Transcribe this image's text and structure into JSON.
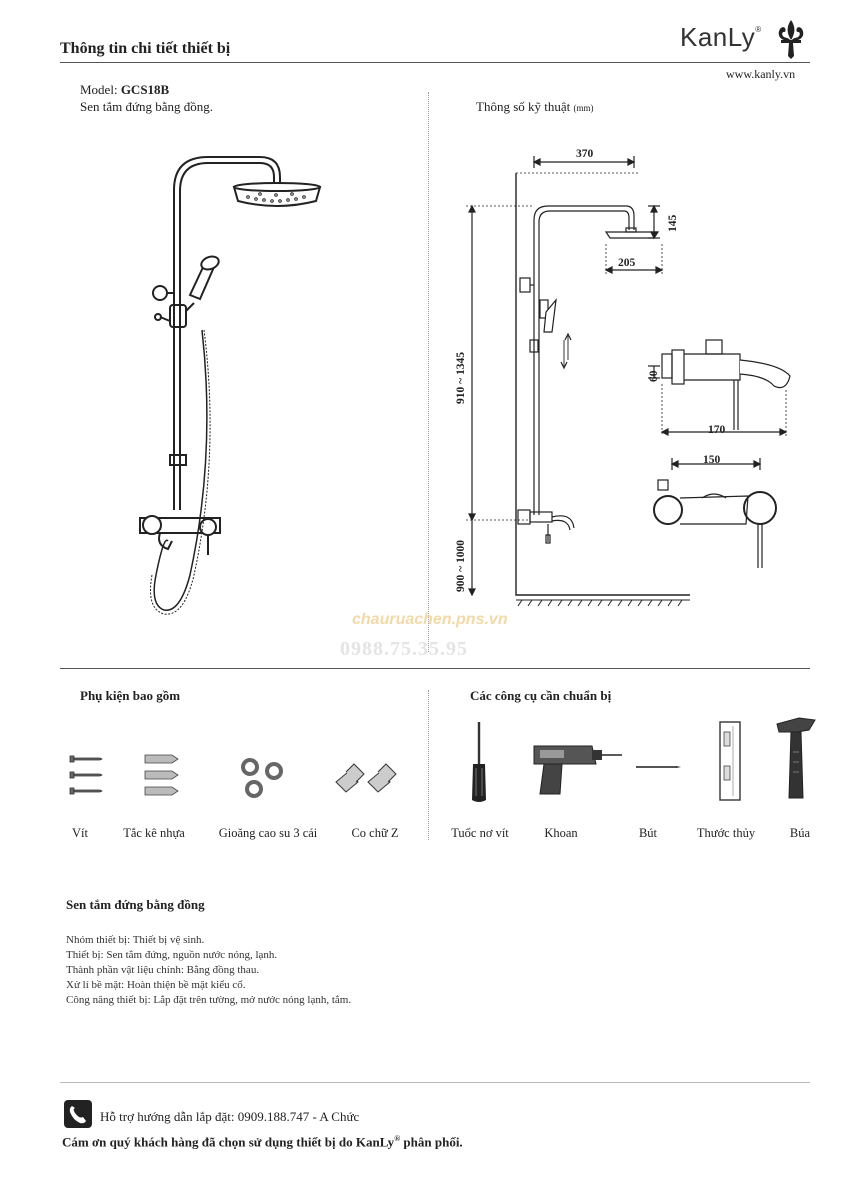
{
  "header": {
    "title": "Thông tin chi tiết thiết bị",
    "brand": "KanLy",
    "website": "www.kanly.vn"
  },
  "product": {
    "model_label": "Model:",
    "model_code": "GCS18B",
    "description": "Sen tắm đứng bằng đồng."
  },
  "spec": {
    "title": "Thông số kỹ thuật",
    "unit": "(mm)",
    "dims": {
      "arm_width": "370",
      "head_height": "145",
      "head_diameter": "205",
      "bar_height": "910 ~ 1345",
      "mount_height": "900 ~ 1000",
      "mixer_height": "60",
      "mixer_length": "170",
      "mixer_width": "150"
    }
  },
  "watermark": {
    "site": "chauruachen.pns.vn",
    "phone": "0988.75.35.95"
  },
  "accessories": {
    "title": "Phụ kiện bao gồm",
    "items": [
      "Vít",
      "Tắc kê nhựa",
      "Gioăng cao su 3 cái",
      "Co chữ Z"
    ]
  },
  "tools": {
    "title": "Các công cụ cần chuẩn bị",
    "items": [
      "Tuốc nơ vít",
      "Khoan",
      "Bút",
      "Thước thủy",
      "Búa"
    ]
  },
  "details": {
    "title": "Sen tắm đứng bằng đồng",
    "lines": [
      "Nhóm thiết bị: Thiết bị vệ sinh.",
      "Thiết bị: Sen tắm đứng, nguồn nước nóng, lạnh.",
      "Thành phần vật liệu chính: Bằng đồng thau.",
      "Xử lí bề mặt: Hoàn thiện bề mặt kiểu cổ.",
      "Công năng thiết bị: Lắp đặt trên tường, mở nước nóng lạnh, tắm."
    ]
  },
  "footer": {
    "support": "Hỗ trợ hướng dẫn lắp đặt: 0909.188.747 - A Chức",
    "thanks_prefix": "Cám ơn quý khách hàng đã chọn sử dụng thiết bị do KanLy",
    "thanks_suffix": "phân phối."
  },
  "icons": [
    "fleur-de-lis-icon",
    "phone-icon",
    "screw-icon",
    "wall-plug-icon",
    "washer-icon",
    "z-connector-icon",
    "screwdriver-icon",
    "drill-icon",
    "pencil-icon",
    "spirit-level-icon",
    "hammer-icon"
  ]
}
